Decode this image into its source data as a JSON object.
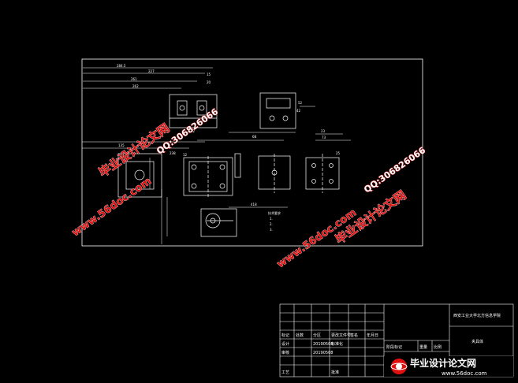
{
  "colors": {
    "background": "#000000",
    "line": "#ffffff",
    "watermark": "#e01010"
  },
  "watermarks": {
    "site_cn": "毕业设计论文网",
    "site_url": "www.56doc.com",
    "qq": "QQ:306826066"
  },
  "logo": {
    "text": "毕业设计论文网",
    "url": "www.56doc.com",
    "icon": "globe-logo-icon"
  },
  "notes": {
    "heading": "技术要求",
    "items": [
      "1.",
      "2.",
      "3."
    ]
  },
  "dimensions": [
    "284.5",
    "227",
    "261",
    "262",
    "15",
    "20",
    "42",
    "68",
    "73",
    "135",
    "238",
    "12",
    "418",
    "23",
    "52",
    "42",
    "25"
  ],
  "title_block": {
    "school": "西安工业大学北方信息学院",
    "drawing_name": "夹具体",
    "row_headers": [
      "标记",
      "处数",
      "分区",
      "更改文件号",
      "签名",
      "年月日"
    ],
    "roles": [
      "设计",
      "审核",
      "工艺"
    ],
    "role_cols": [
      "标准化",
      "批准"
    ],
    "dates": [
      "20190508",
      "20190508"
    ],
    "stage_label": "阶段标记",
    "weight_label": "重量",
    "scale_label": "比例"
  }
}
